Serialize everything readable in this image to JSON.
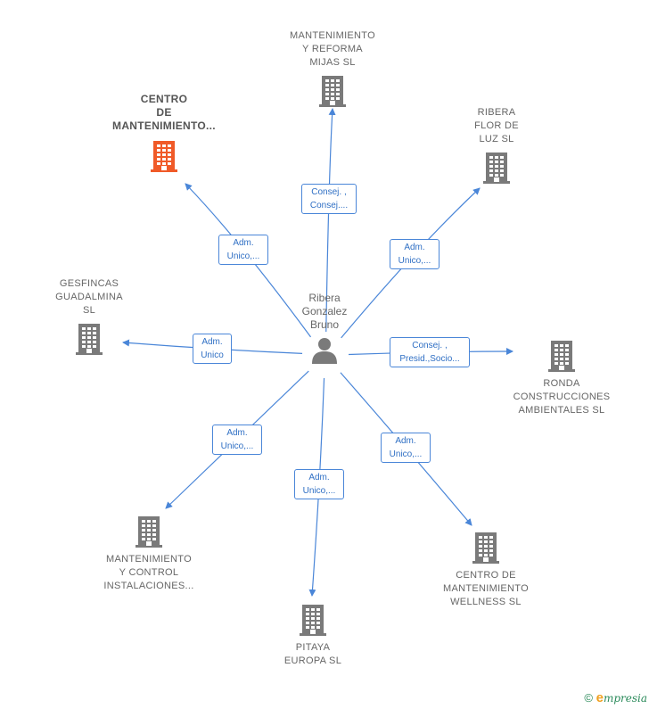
{
  "center": {
    "name": "Ribera\nGonzalez\nBruno",
    "icon": "person-icon"
  },
  "colors": {
    "edge": "#4a86d8",
    "building": "#7a7a7a",
    "highlight": "#f05a28"
  },
  "companies": [
    {
      "id": "mantenimiento-reforma",
      "name": "MANTENIMIENTO\nY REFORMA\nMIJAS SL",
      "highlight": false
    },
    {
      "id": "centro-mantenimiento",
      "name": "CENTRO\nDE\nMANTENIMIENTO...",
      "highlight": true
    },
    {
      "id": "ribera-flor",
      "name": "RIBERA\nFLOR DE\nLUZ  SL",
      "highlight": false
    },
    {
      "id": "gesfincas",
      "name": "GESFINCAS\nGUADALMINA\nSL",
      "highlight": false
    },
    {
      "id": "ronda",
      "name": "RONDA\nCONSTRUCCIONES\nAMBIENTALES SL",
      "highlight": false
    },
    {
      "id": "mantenimiento-control",
      "name": "MANTENIMIENTO\nY CONTROL\nINSTALACIONES...",
      "highlight": false
    },
    {
      "id": "pitaya",
      "name": "PITAYA\nEUROPA  SL",
      "highlight": false
    },
    {
      "id": "wellness",
      "name": "CENTRO DE\nMANTENIMIENTO\nWELLNESS  SL",
      "highlight": false
    }
  ],
  "edges": [
    {
      "to": "mantenimiento-reforma",
      "label": "Consej. ,\nConsej...."
    },
    {
      "to": "centro-mantenimiento",
      "label": "Adm.\nUnico,..."
    },
    {
      "to": "ribera-flor",
      "label": "Adm.\nUnico,..."
    },
    {
      "to": "gesfincas",
      "label": "Adm.\nUnico"
    },
    {
      "to": "ronda",
      "label": "Consej. ,\nPresid.,Socio..."
    },
    {
      "to": "mantenimiento-control",
      "label": "Adm.\nUnico,..."
    },
    {
      "to": "pitaya",
      "label": "Adm.\nUnico,..."
    },
    {
      "to": "wellness",
      "label": "Adm.\nUnico,..."
    }
  ],
  "footer": {
    "copyright": "©",
    "brand_initial": "e",
    "brand_rest": "mpresia"
  }
}
